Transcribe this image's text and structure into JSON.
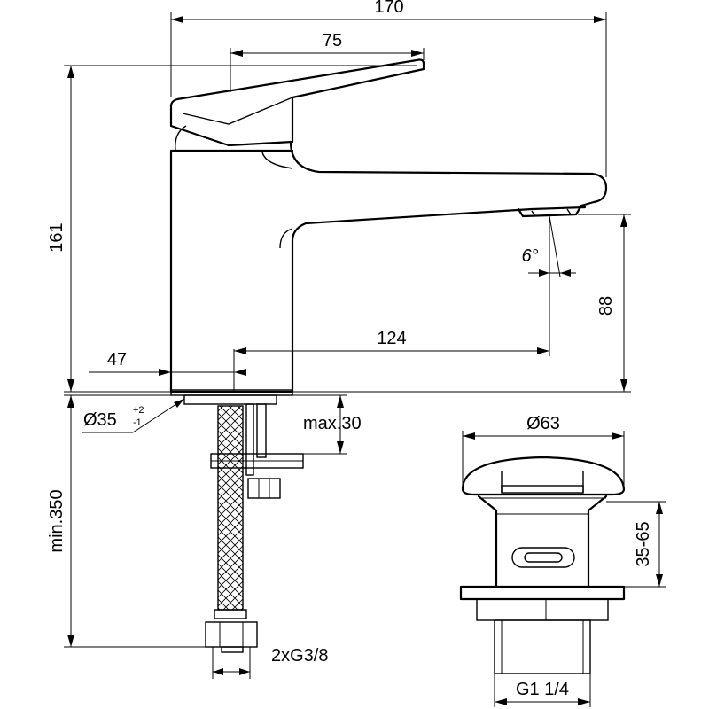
{
  "dimensions": {
    "total_width": "170",
    "lever_length": "75",
    "height": "161",
    "spout_height": "88",
    "spout_reach": "124",
    "body_offset": "47",
    "spout_angle": "6°",
    "base_diameter": "Ø35",
    "base_tol_plus": "+2",
    "base_tol_minus": "-1",
    "max_thickness": "max.30",
    "hose_length": "min.350",
    "hose_thread": "2xG3/8",
    "waste_diameter": "Ø63",
    "waste_range": "35-65",
    "waste_thread": "G1 1/4"
  }
}
